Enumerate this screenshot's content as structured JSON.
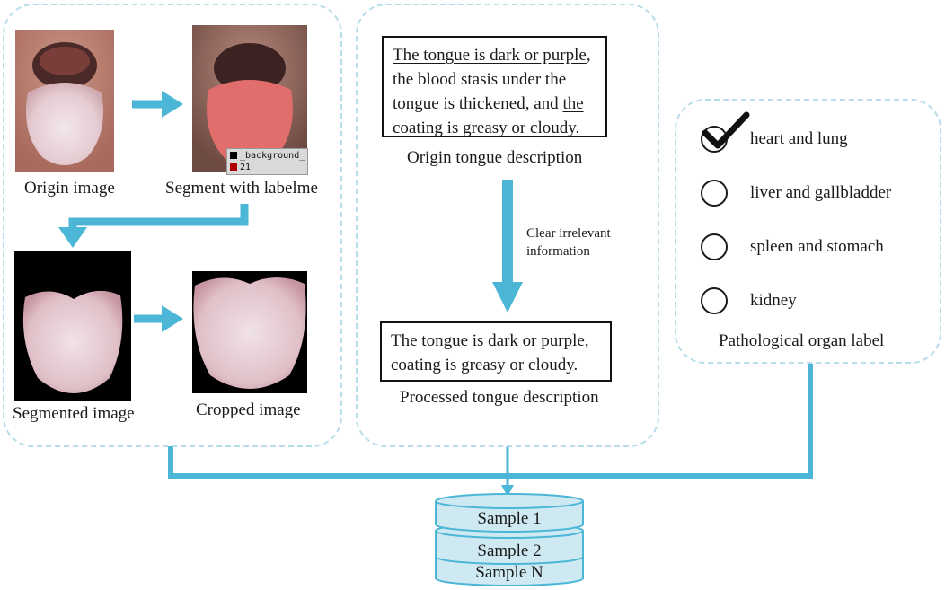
{
  "colors": {
    "arrow": "#4bb6d6",
    "panel_border": "#b8dcea",
    "cylinder_fill": "#cfe9f3",
    "cylinder_stroke": "#4bb6d6"
  },
  "left_panel": {
    "origin_caption": "Origin image",
    "segment_caption": "Segment with labelme",
    "segmented_caption": "Segmented image",
    "cropped_caption": "Cropped image",
    "legend_background": "_background_",
    "legend_label": "21"
  },
  "middle_panel": {
    "origin_text_1": "The tongue is dark or purple",
    "origin_text_2": ",",
    "origin_text_3": "the blood stasis under the",
    "origin_text_4": "tongue is thickened, and",
    "origin_text_5": "the",
    "origin_text_6": "coating is greasy or cloudy.",
    "origin_caption": "Origin tongue description",
    "arrow_label_1": "Clear irrelevant",
    "arrow_label_2": "information",
    "processed_text_1": "The tongue is dark or purple,",
    "processed_text_2": "coating is greasy or cloudy.",
    "processed_caption": "Processed tongue description"
  },
  "right_panel": {
    "options": [
      {
        "label": "heart and lung",
        "checked": true
      },
      {
        "label": "liver and gallbladder",
        "checked": false
      },
      {
        "label": "spleen and stomach",
        "checked": false
      },
      {
        "label": "kidney",
        "checked": false
      }
    ],
    "caption": "Pathological organ label"
  },
  "database": {
    "sample_1": "Sample 1",
    "sample_2": "Sample 2",
    "sample_n": "Sample N"
  }
}
